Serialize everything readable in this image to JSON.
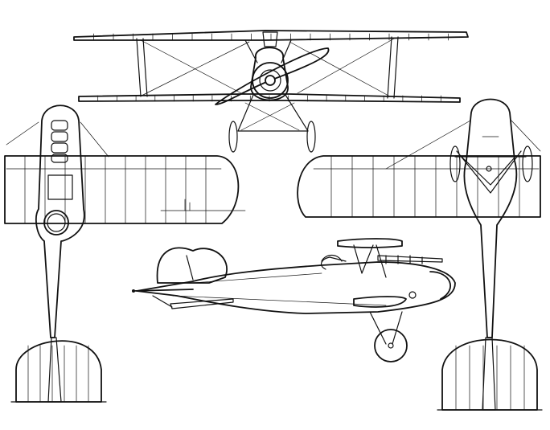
{
  "drawing": {
    "subject": "",
    "views": [
      "front-view",
      "top-view",
      "bottom-view",
      "side-view"
    ],
    "ink_color": "#111111",
    "paper_color": "#ffffff",
    "wing_rib_count_plan": 10,
    "wing_rib_count_front": 20
  }
}
